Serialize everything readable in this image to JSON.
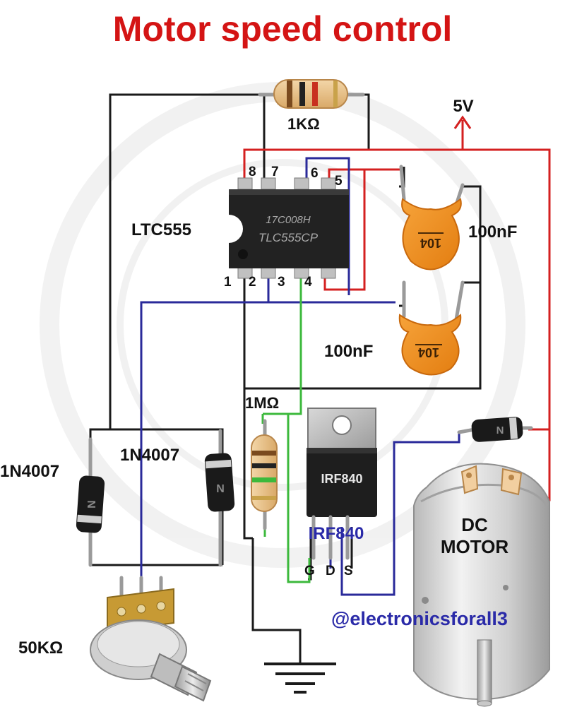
{
  "title": "Motor speed control",
  "colors": {
    "title": "#d41414",
    "wire_black": "#1a1a1a",
    "wire_red": "#d42020",
    "wire_blue": "#2a2a9a",
    "wire_green": "#3cb93c",
    "capacitor": "#f0901c",
    "watermark": "#2a2aa8"
  },
  "supply": {
    "label": "5V"
  },
  "resistor_top": {
    "label": "1KΩ"
  },
  "ic": {
    "label": "LTC555",
    "marking_line1": "17C008H",
    "marking_line2": "TLC555CP",
    "pins_top": [
      "8",
      "7",
      "6",
      "5"
    ],
    "pins_bottom": [
      "1",
      "2",
      "3",
      "4"
    ]
  },
  "capacitor_top": {
    "label": "100nF",
    "code": "104"
  },
  "capacitor_bottom": {
    "label": "100nF",
    "code": "104"
  },
  "resistor_mid": {
    "label": "1MΩ"
  },
  "diode_left": {
    "label": "1N4007",
    "mark": "N"
  },
  "diode_right": {
    "label": "1N4007",
    "mark": "N"
  },
  "diode_motor": {
    "mark": "N"
  },
  "mosfet": {
    "body_label": "IRF840",
    "label": "IRF840",
    "pins": [
      "G",
      "D",
      "S"
    ]
  },
  "motor": {
    "label_line1": "DC",
    "label_line2": "MOTOR"
  },
  "potentiometer": {
    "label": "50KΩ"
  },
  "watermark": "@electronicsforall3",
  "icons": [
    "ground-icon",
    "arrow-up-icon"
  ]
}
